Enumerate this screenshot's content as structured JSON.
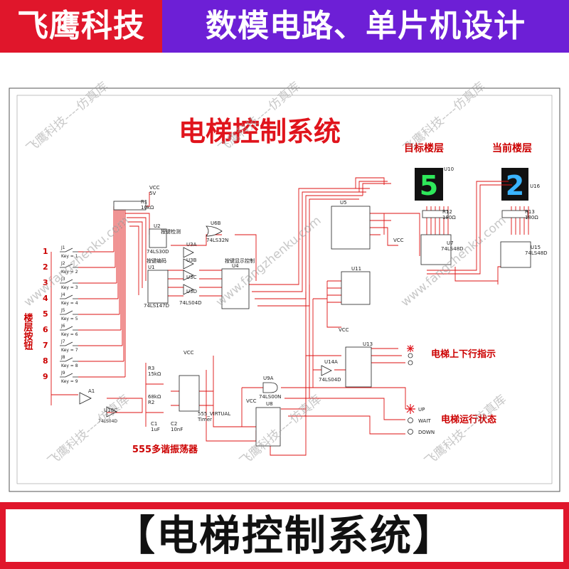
{
  "header": {
    "brand": "飞鹰科技",
    "tagline": "数模电路、单片机设计"
  },
  "footer": {
    "title": "【电梯控制系统】"
  },
  "watermark": {
    "text": "飞鹰科技----仿真库",
    "url": "www.fangzhenku.com"
  },
  "schematic": {
    "title": "电梯控制系统",
    "target_floor_label": "目标楼层",
    "current_floor_label": "当前楼层",
    "target_display": {
      "ref": "U10",
      "digit": "5",
      "color": "#2ee85a"
    },
    "current_display": {
      "ref": "U16",
      "digit": "2",
      "color": "#3ab4ff"
    },
    "floor_buttons_label": "楼层按钮",
    "floor_numbers": [
      "1",
      "2",
      "3",
      "4",
      "5",
      "6",
      "7",
      "8",
      "9"
    ],
    "key_labels": [
      "Key = 1",
      "Key = 2",
      "Key = 3",
      "Key = 4",
      "Key = 5",
      "Key = 6",
      "Key = 7",
      "Key = 8",
      "Key = 9"
    ],
    "switch_refs": [
      "J1",
      "J2",
      "J3",
      "J4",
      "J5",
      "J6",
      "J7",
      "J8",
      "J9"
    ],
    "osc_label": "555多谐振荡器",
    "direction_label": "电梯上下行指示",
    "status_label": "电梯运行状态",
    "status_items": [
      "UP",
      "WAIT",
      "DOWN"
    ],
    "module_labels": [
      "按键检测",
      "按键编码",
      "按键显示控制"
    ],
    "chips": {
      "U1": "U1",
      "U1_part": "74LS147D",
      "U2": "U2",
      "U2_part": "74LS30D",
      "U3A": "U3A",
      "U3B": "U3B",
      "U3C": "U3C",
      "U3D": "U3D",
      "U3_part": "74LS04D",
      "U4": "U4",
      "U5": "U5",
      "U6B": "U6B",
      "U6B_part": "74LS32N",
      "U7": "U7",
      "U7_part": "74LS48D",
      "U8": "U8",
      "U9A": "U9A",
      "U9A_part": "74LS00N",
      "U11": "U11",
      "U13": "U13",
      "U14A": "U14A",
      "U14A_part": "74LS04D",
      "U15": "U15",
      "U15_part": "74LS48D",
      "U18C": "U18C",
      "U18C_part": "74LS04D",
      "A1": "A1",
      "timer": "555_VIRTUAL",
      "timer2": "Timer"
    },
    "resistors": [
      "R1",
      "10kΩ",
      "R12",
      "180Ω",
      "R13",
      "180Ω",
      "R3",
      "15kΩ",
      "R2",
      "68kΩ",
      "C1",
      "1uF",
      "C2",
      "10nF"
    ],
    "vcc": "VCC",
    "v5": "5V"
  }
}
